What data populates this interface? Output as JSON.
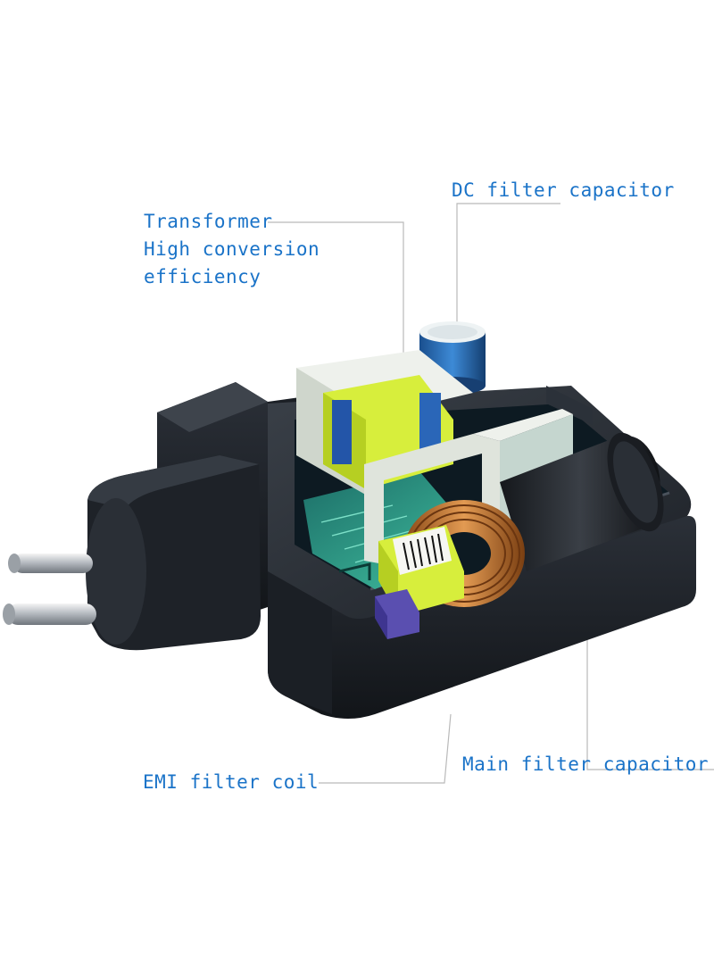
{
  "callouts": {
    "transformer": {
      "line1": "Transformer",
      "line2": "High conversion",
      "line3": "efficiency"
    },
    "dc_filter_capacitor": "DC filter capacitor",
    "emi_filter_coil": "EMI filter coil",
    "main_filter_capacitor": "Main filter capacitor"
  },
  "colors": {
    "label_text": "#1a73c8",
    "leader_line": "#b9b9b9",
    "housing": "#22262c",
    "pcb": "#2fa48a",
    "transformer_core": "#dfe4dc",
    "transformer_bobbin": "#d7ee3c",
    "coil_copper": "#c9762e",
    "capacitor_cap": "#eef3f4",
    "capacitor_body": "#1f5fa6"
  }
}
